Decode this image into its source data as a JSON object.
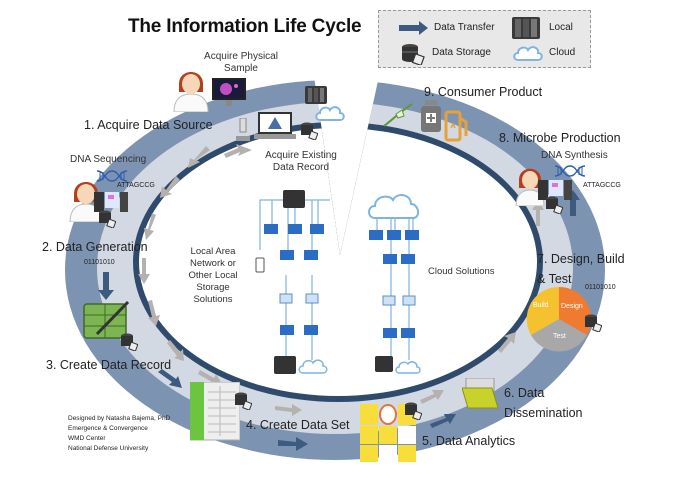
{
  "title": "The Information Life Cycle",
  "legend": {
    "items": [
      {
        "icon": "arrow-right-icon",
        "label": "Data Transfer"
      },
      {
        "icon": "server-rack-icon",
        "label": "Local"
      },
      {
        "icon": "database-icon",
        "label": "Data Storage"
      },
      {
        "icon": "cloud-icon",
        "label": "Cloud"
      }
    ]
  },
  "steps": [
    {
      "label": "1. Acquire Data Source"
    },
    {
      "label": "2. Data Generation"
    },
    {
      "label": "3. Create Data Record"
    },
    {
      "label": "4. Create Data Set"
    },
    {
      "label": "5. Data Analytics"
    },
    {
      "label": "6. Data Dissemination",
      "line1": "6. Data",
      "line2": "Dissemination"
    },
    {
      "label": "7. Design, Build & Test",
      "line1": "7. Design, Build",
      "line2": "& Test"
    },
    {
      "label": "8. Microbe Production"
    },
    {
      "label": "9. Consumer Product"
    }
  ],
  "annotations": {
    "acquire_physical_sample": {
      "line1": "Acquire Physical",
      "line2": "Sample"
    },
    "acquire_existing_record": {
      "line1": "Acquire Existing",
      "line2": "Data Record"
    },
    "dna_sequencing": "DNA Sequencing",
    "dna_synthesis": "DNA Synthesis",
    "sequence_left": "ATTAGCCG",
    "sequence_right": "ATTAGCCG",
    "binary_left": "01101010",
    "binary_right": "01101010"
  },
  "dbtl_cycle": {
    "segments": [
      "Build",
      "Design",
      "Test"
    ],
    "colors": [
      "#f6c12f",
      "#ee7b30",
      "#a8a8a8"
    ]
  },
  "center": {
    "local_label": [
      "Local Area",
      "Network or",
      "Other Local",
      "Storage",
      "Solutions"
    ],
    "cloud_label": "Cloud Solutions"
  },
  "credit": [
    "Designed by Natasha Bajema, PhD",
    "Emergence & Convergence",
    "WMD Center",
    "National Defense University"
  ],
  "colors": {
    "outer_ring": "#7d93b2",
    "inner_ring": "#d3d9e3",
    "inner_border": "#2f4a6b",
    "arrow_dark": "#3d5a80",
    "arrow_light": "#b5b1ae"
  }
}
